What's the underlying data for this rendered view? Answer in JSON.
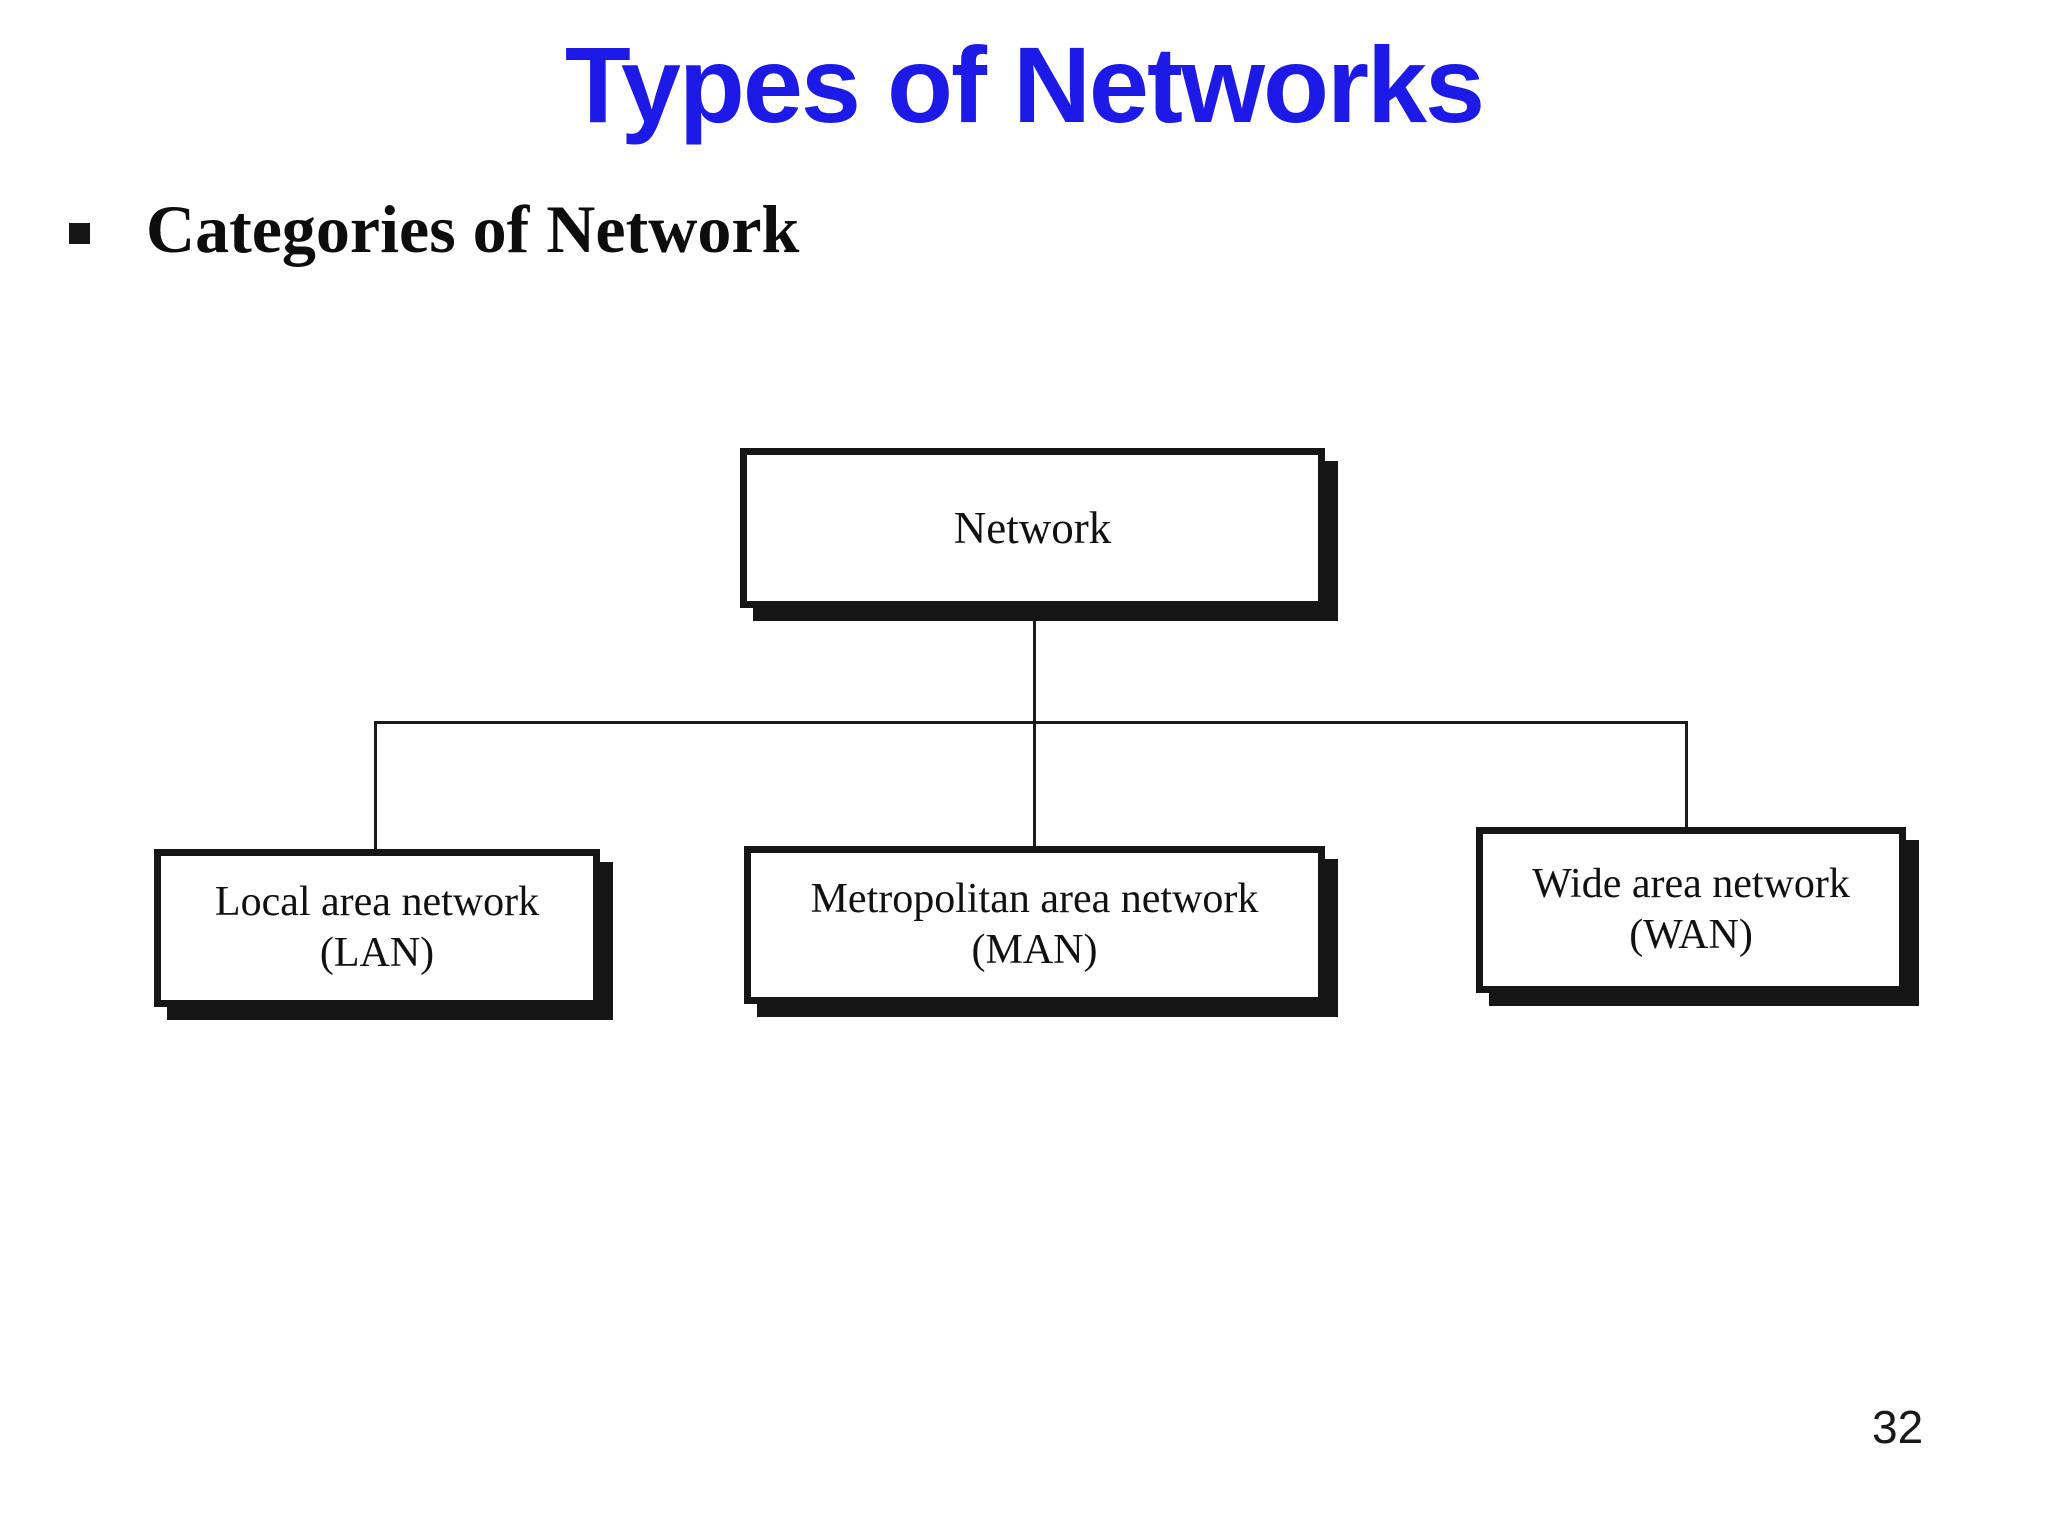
{
  "slide": {
    "title": "Types of Networks",
    "bullet": {
      "text": "Categories of Network"
    },
    "page_number": "32"
  },
  "colors": {
    "title": "#1d1ae8",
    "ink": "#161616",
    "background": "#ffffff"
  },
  "diagram": {
    "type": "tree",
    "root": {
      "label": "Network"
    },
    "children": [
      {
        "line1": "Local area network",
        "line2": "(LAN)"
      },
      {
        "line1": "Metropolitan area network",
        "line2": "(MAN)"
      },
      {
        "line1": "Wide area network",
        "line2": "(WAN)"
      }
    ]
  }
}
